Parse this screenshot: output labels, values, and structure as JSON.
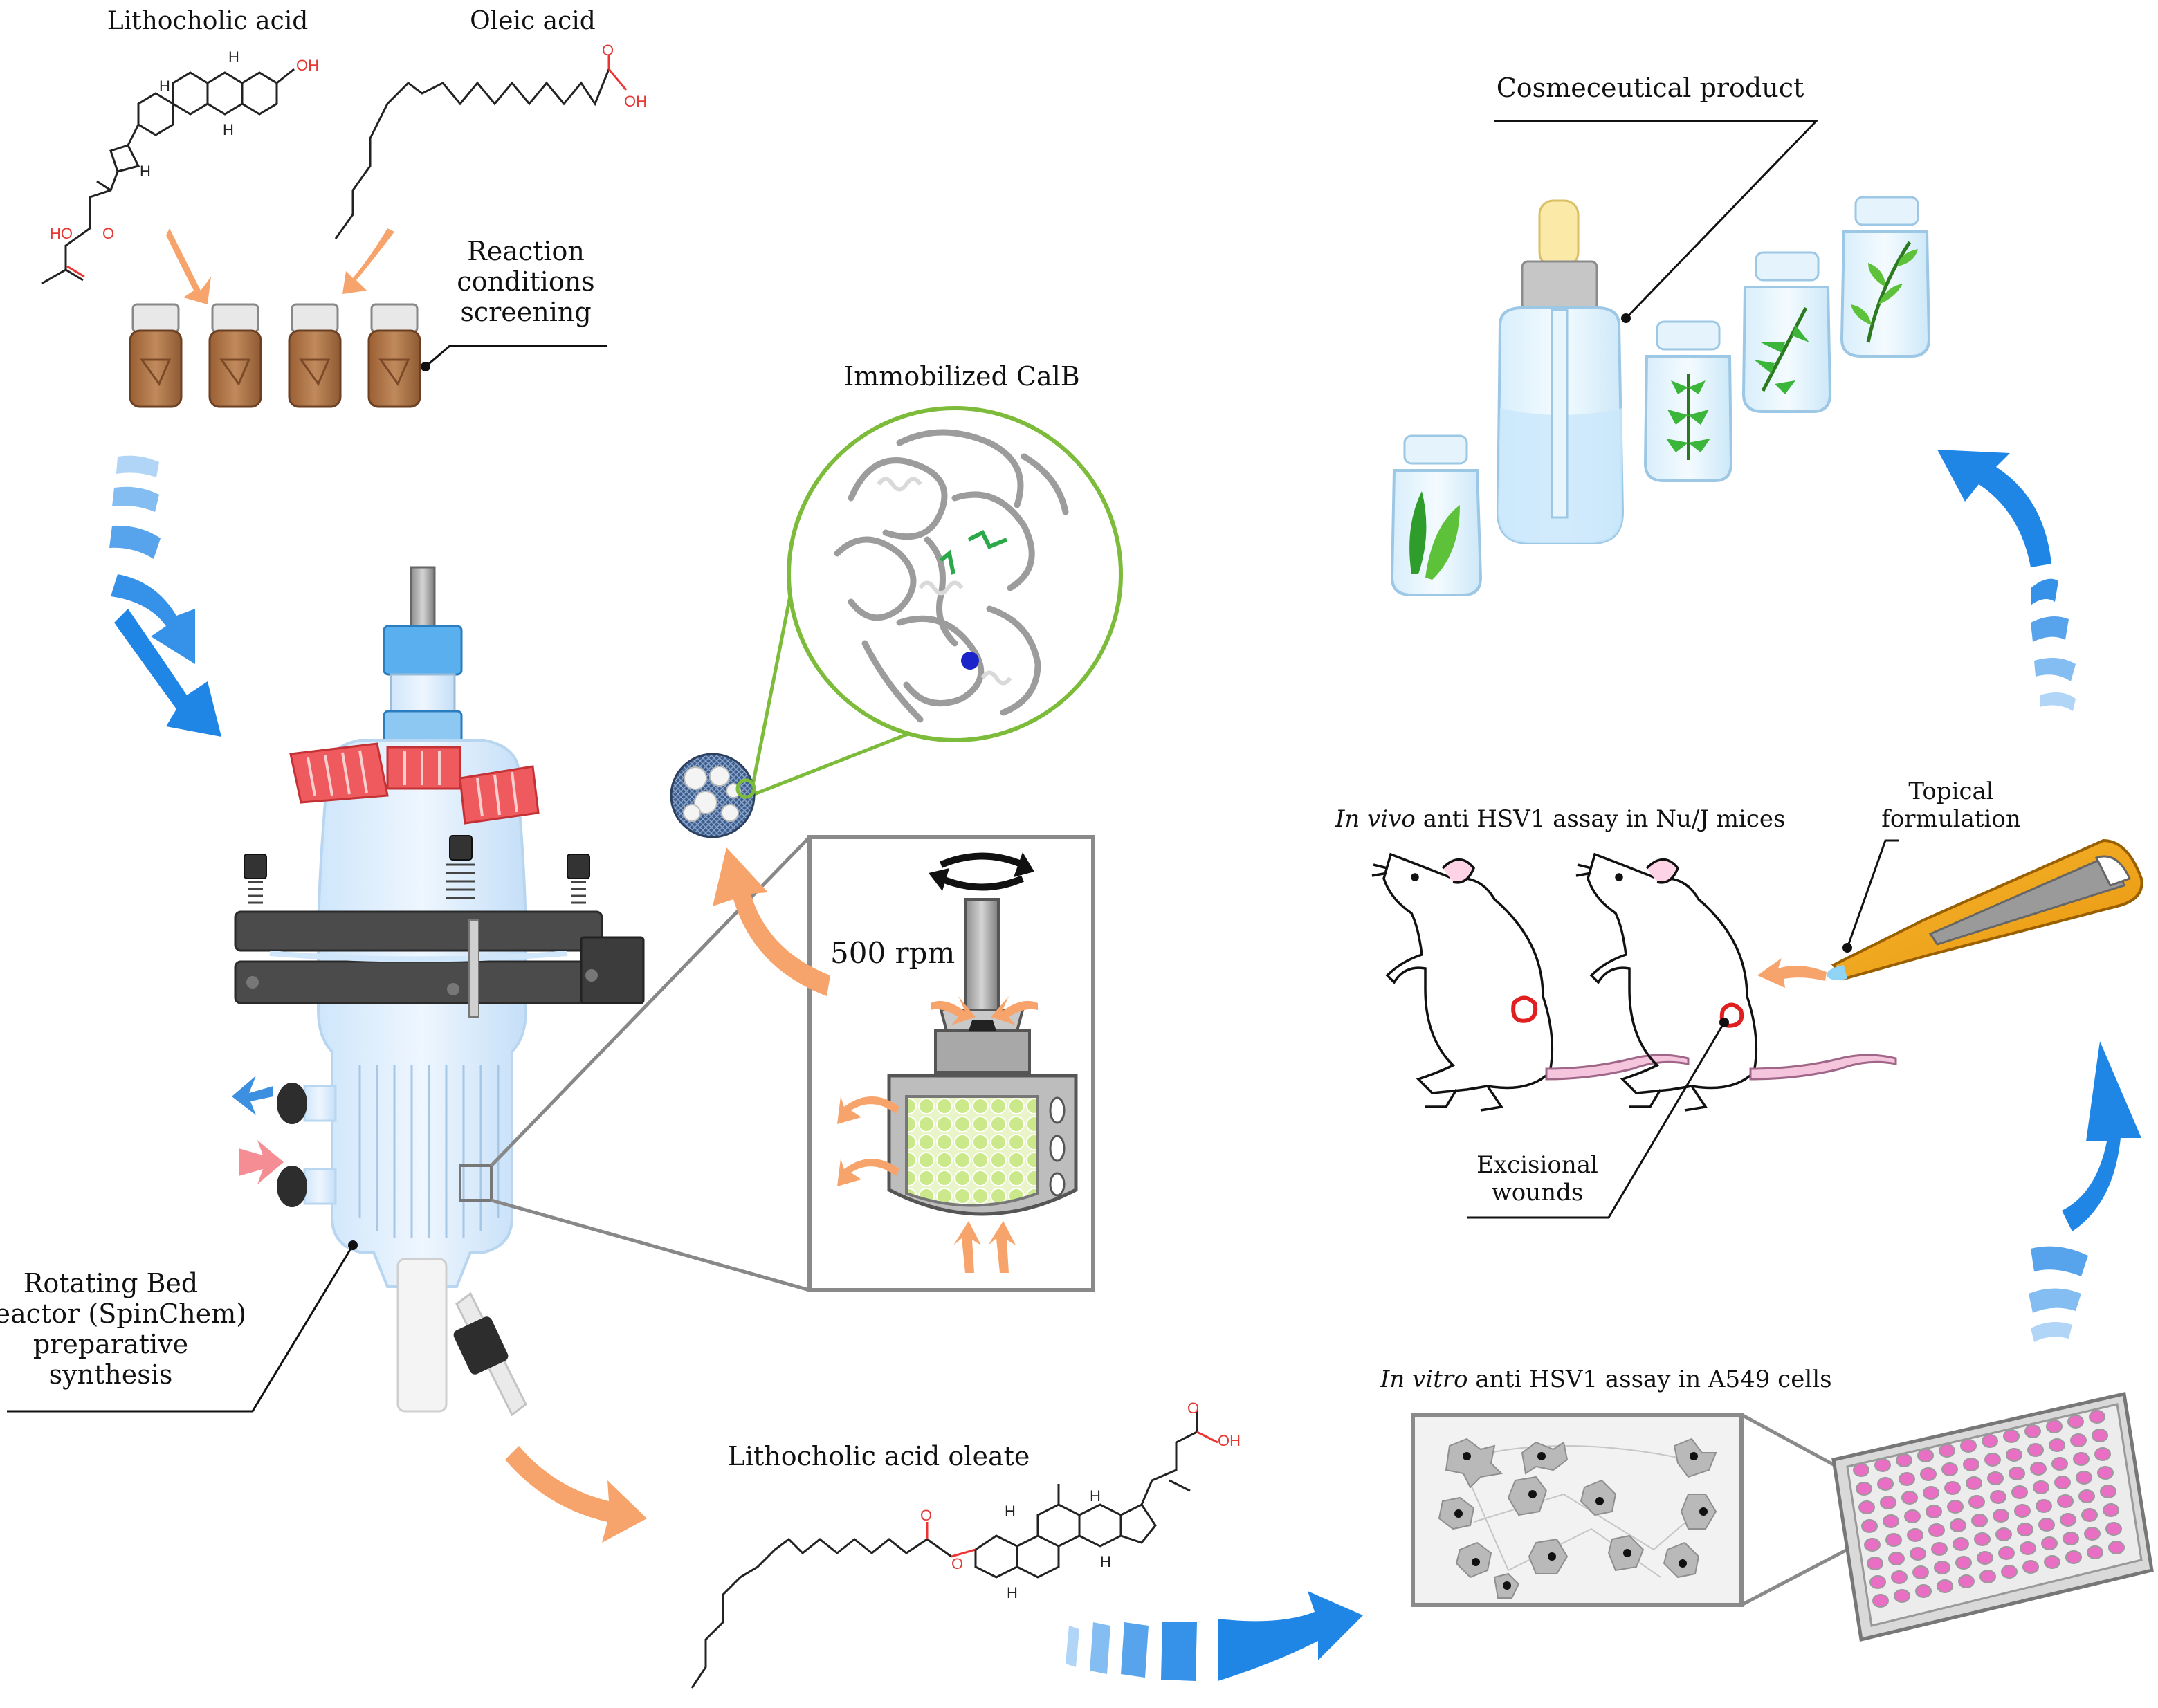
{
  "labels": {
    "lithocholic_acid": "Lithocholic acid",
    "oleic_acid": "Oleic acid",
    "reaction_conditions": [
      "Reaction",
      "conditions",
      "screening"
    ],
    "immobilized_calb": "Immobilized CalB",
    "rpm": "500 rpm",
    "reactor": [
      "Rotating Bed",
      "Reactor (SpinChem)",
      "preparative",
      "synthesis"
    ],
    "product_ester": "Lithocholic acid oleate",
    "cosmeceutical": "Cosmeceutical product",
    "in_vivo_italic": "In vivo",
    "in_vivo_rest": " anti HSV1 assay in Nu/J mices",
    "topical": [
      "Topical",
      "formulation"
    ],
    "excisional": [
      "Excisional",
      "wounds"
    ],
    "in_vitro_italic": "In vitro",
    "in_vitro_rest": " anti HSV1 assay in A549 cells"
  },
  "chem_atoms": {
    "oh": "OH",
    "ho": "HO",
    "o": "O",
    "h": "H"
  },
  "colors": {
    "blue_arrow": "#1f86e6",
    "orange_arrow": "#f6a46c",
    "vial": "#b2784a",
    "red_cap": "#ee5a5e",
    "clamp": "#4b4b4b",
    "glass": "#d3e8fb",
    "green": "#8dc63f",
    "pink": "#e86fc3"
  }
}
